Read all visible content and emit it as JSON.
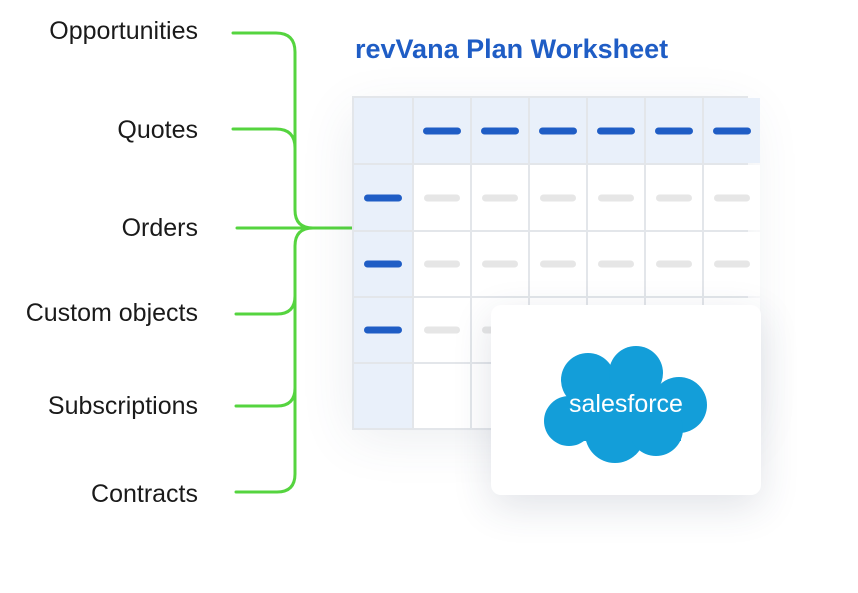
{
  "sources": [
    "Opportunities",
    "Quotes",
    "Orders",
    "Custom objects",
    "Subscriptions",
    "Contracts"
  ],
  "worksheet": {
    "title": "revVana Plan Worksheet"
  },
  "logo": {
    "text": "salesforce"
  },
  "colors": {
    "connector": "#55d43f",
    "accent_blue": "#1f5dc5",
    "header_fill": "#e9f0fa",
    "placeholder_gray": "#e6e6e6",
    "salesforce_blue": "#139ed9"
  }
}
